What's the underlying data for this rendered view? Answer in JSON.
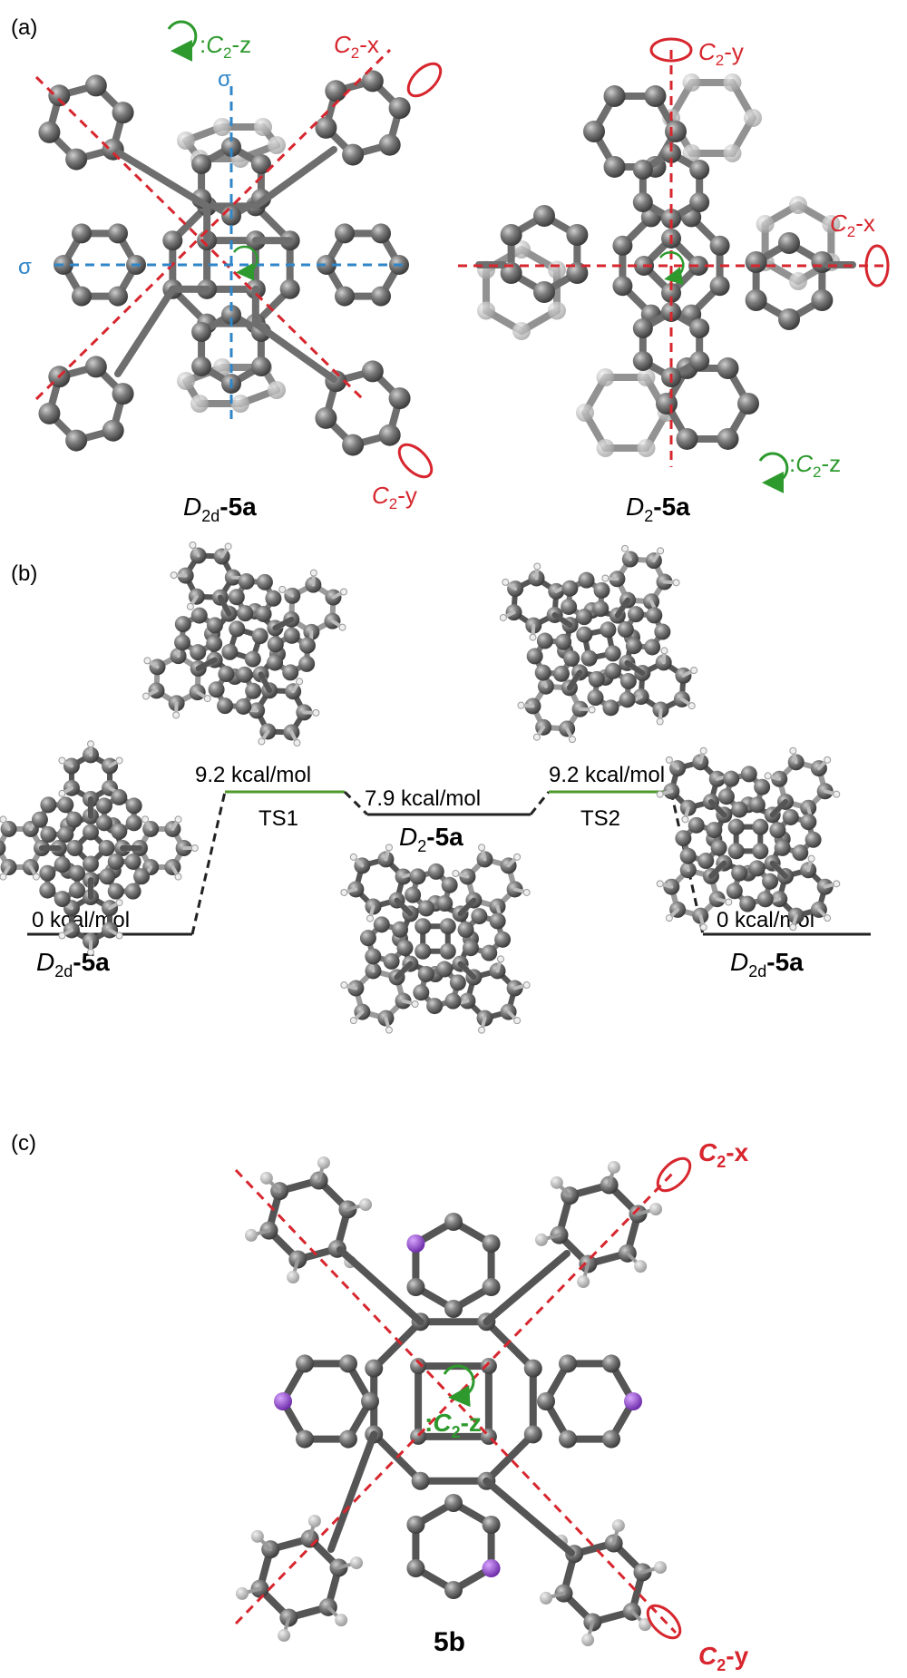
{
  "panels": {
    "a": {
      "tag": "(a)",
      "left": {
        "caption_sym": "D",
        "caption_sub": "2d",
        "caption_rest": "-5a",
        "c2z": {
          "pre": ":",
          "C": "C",
          "sub": "2",
          "rest": "-z"
        },
        "c2x": {
          "C": "C",
          "sub": "2",
          "rest": "-x"
        },
        "c2y": {
          "C": "C",
          "sub": "2",
          "rest": "-y"
        },
        "sigma": "σ"
      },
      "right": {
        "caption_sym": "D",
        "caption_sub": "2",
        "caption_rest": "-5a",
        "c2y": {
          "C": "C",
          "sub": "2",
          "rest": "-y"
        },
        "c2x": {
          "C": "C",
          "sub": "2",
          "rest": "-x"
        },
        "c2z": {
          "pre": ":",
          "C": "C",
          "sub": "2",
          "rest": "-z"
        }
      }
    },
    "b": {
      "tag": "(b)",
      "levels": {
        "left_energy": "0 kcal/mol",
        "ts1_energy": "9.2 kcal/mol",
        "ts1_label": "TS1",
        "mid_energy": "7.9 kcal/mol",
        "mid_sym": "D",
        "mid_sub": "2",
        "mid_rest": "-5a",
        "ts2_energy": "9.2 kcal/mol",
        "ts2_label": "TS2",
        "right_energy": "0 kcal/mol",
        "left_sym": "D",
        "left_sub": "2d",
        "left_rest": "-5a",
        "right_sym": "D",
        "right_sub": "2d",
        "right_rest": "-5a"
      }
    },
    "c": {
      "tag": "(c)",
      "caption": "5b",
      "c2x": {
        "C": "C",
        "sub": "2",
        "rest": "-x"
      },
      "c2y": {
        "C": "C",
        "sub": "2",
        "rest": "-y"
      },
      "c2z": {
        "pre": ":",
        "C": "C",
        "sub": "2",
        "rest": "-z"
      }
    }
  },
  "colors": {
    "axis_red": "#d7262e",
    "mirror_blue": "#2f86c8",
    "rotation_green": "#2e9a2e",
    "atom_grey": "#6f6f6f",
    "bond_grey": "#8a8a8a",
    "nitrogen": "#8a3fc8",
    "level_black": "#222222",
    "ts_green": "#4d9a2a"
  },
  "icons": {
    "atom": "sphere",
    "rotation": "circular-arrow-icon"
  }
}
